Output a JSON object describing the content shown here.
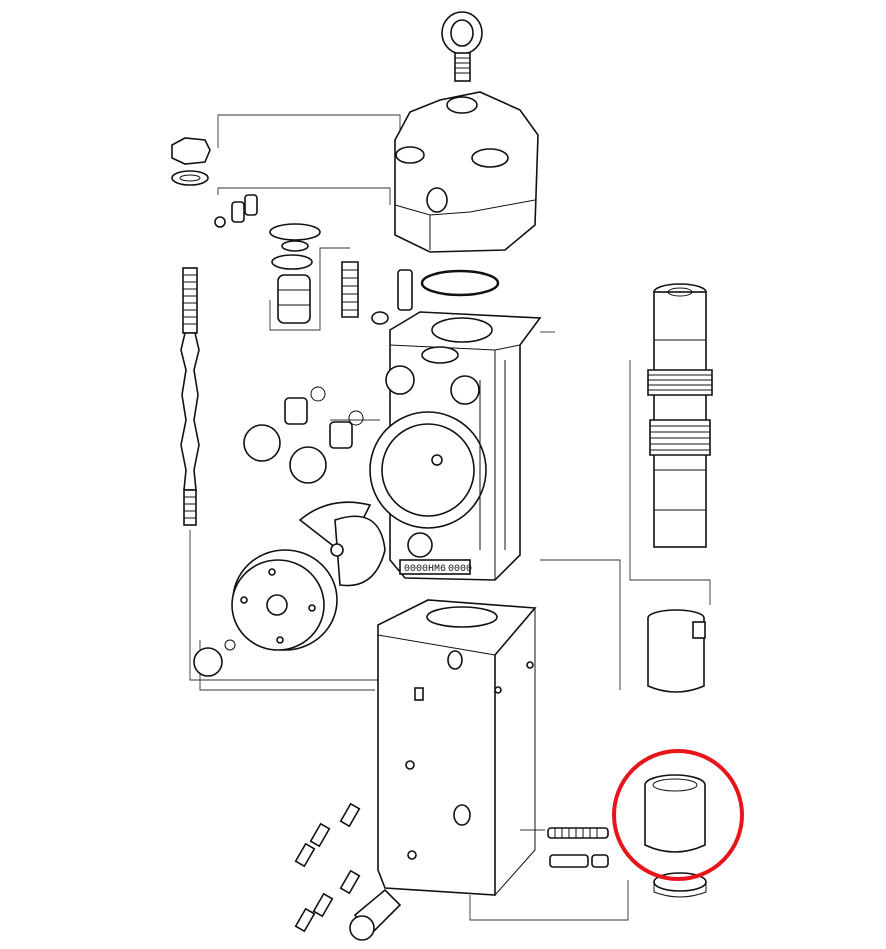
{
  "diagram": {
    "type": "exploded-parts-view",
    "body_marking": {
      "left": "0000",
      "code": "HM6",
      "right": "0000"
    },
    "highlight": {
      "color": "#e8141c",
      "shape": "circle"
    }
  }
}
